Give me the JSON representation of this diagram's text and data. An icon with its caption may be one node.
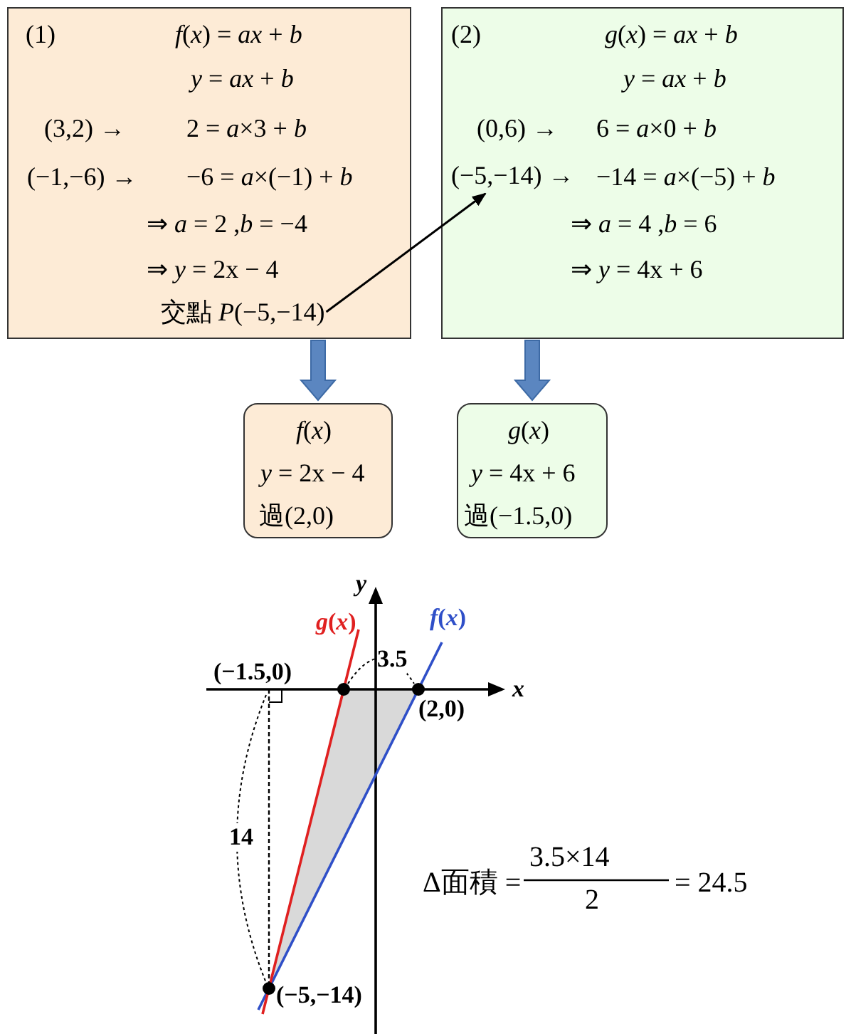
{
  "diagram": {
    "nodes": [
      {
        "text": [
          "(1)",
          "*f*(*x*) = *ax* + *b*",
          "*y*  = *ax* + *b*",
          "(3,2) →",
          "2 = *a*×3 + *b*",
          "(−1,−6) →",
          "−6 = *a*×(−1) + *b*",
          "⇒ *a* = 2 ,*b* = −4",
          "⇒ *y* = 2x − 4"
        ]
      },
      {
        "text": [
          "交點 *P*(−5,−14)"
        ],
        "in": 0
      },
      {
        "text": [
          "(2)",
          "*g*(*x*) = *ax* + *b*",
          "*y*  = *ax* + *b*",
          "(0,6) →",
          "6 = *a*×0 + *b*",
          "−14 = *a*×(−5) + *b*",
          "⇒ *a* = 4 ,*b* = 6",
          "⇒ *y* = 4x + 6"
        ]
      },
      {
        "text": [
          "(−5,−14) →"
        ],
        "in": 2
      },
      {
        "text": [
          "*f*(*x*)",
          "*y* = 2x − 4",
          "過(2,0)"
        ]
      },
      {
        "text": [
          "*g*(*x*)",
          "*y* = 4x + 6",
          "過(−1.5,0)"
        ]
      }
    ],
    "edges": [
      {
        "from": 1,
        "to": 3,
        "arrow": "to"
      },
      {
        "from": 0,
        "to": 4,
        "arrow": "to",
        "style": "thick",
        "color": "#5b86c0"
      },
      {
        "from": 2,
        "to": 5,
        "arrow": "to",
        "style": "thick",
        "color": "#5b86c0"
      }
    ],
    "labels": [
      "*y*",
      "*g*(*x*)",
      "*f*(*x*)",
      "(−1.5,0)",
      "3.5",
      "*x*",
      "(2,0)",
      "14",
      "Δ面積 =",
      "3.5×14",
      "2",
      "= 24.5",
      "(−5,−14)"
    ]
  }
}
